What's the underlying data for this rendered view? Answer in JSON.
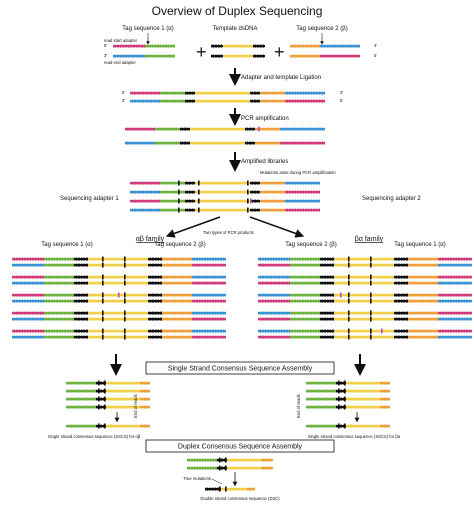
{
  "title": "Overview of Duplex Sequencing",
  "labels": {
    "tag_seq_a": "Tag sequence 1 (α)",
    "template": "Template dsDNA",
    "tag_seq_b": "Tag sequence 2 (β)",
    "read_start": "read start adapter",
    "read_end": "read end adapter",
    "step_ligation": "Adapter and template Ligation",
    "step_pcr": "PCR amplification",
    "step_libraries": "Amplified libraries",
    "step_mutations": "Mutations arise during PCR amplification",
    "seq_adapter_1": "Sequencing adapter 1",
    "seq_adapter_2": "Sequencing adapter 2",
    "two_types": "Two types of PCR products",
    "ab_family": "αβ family",
    "ba_family": "βα family",
    "left_tag1": "Tag sequence 1 (α)",
    "left_tag2": "Tag sequence 2 (β)",
    "right_tag2": "Tag sequence 2 (β)",
    "right_tag1": "Tag sequence 1 (α)",
    "sscs_box": "Single Strand Consensus Sequence Assembly",
    "end_reads": "End of reads",
    "sscs_ab": "Single strand consensus sequence (SSCS) for αβ",
    "sscs_ba": "Single strand consensus sequence (SSCS) for βα",
    "dcs_box": "Duplex Consensus Sequence Assembly",
    "true_mut": "True mutations",
    "dsc": "Double strand consensus sequence (DSC)",
    "five": "5'",
    "three": "3'",
    "plus": "+"
  },
  "colors": {
    "pink": "#d33a7b",
    "blue": "#3b93d4",
    "green": "#6eb33f",
    "yellow": "#f1cf49",
    "orange": "#f0a03a",
    "black": "#111111",
    "magenta": "#c24bd6"
  }
}
